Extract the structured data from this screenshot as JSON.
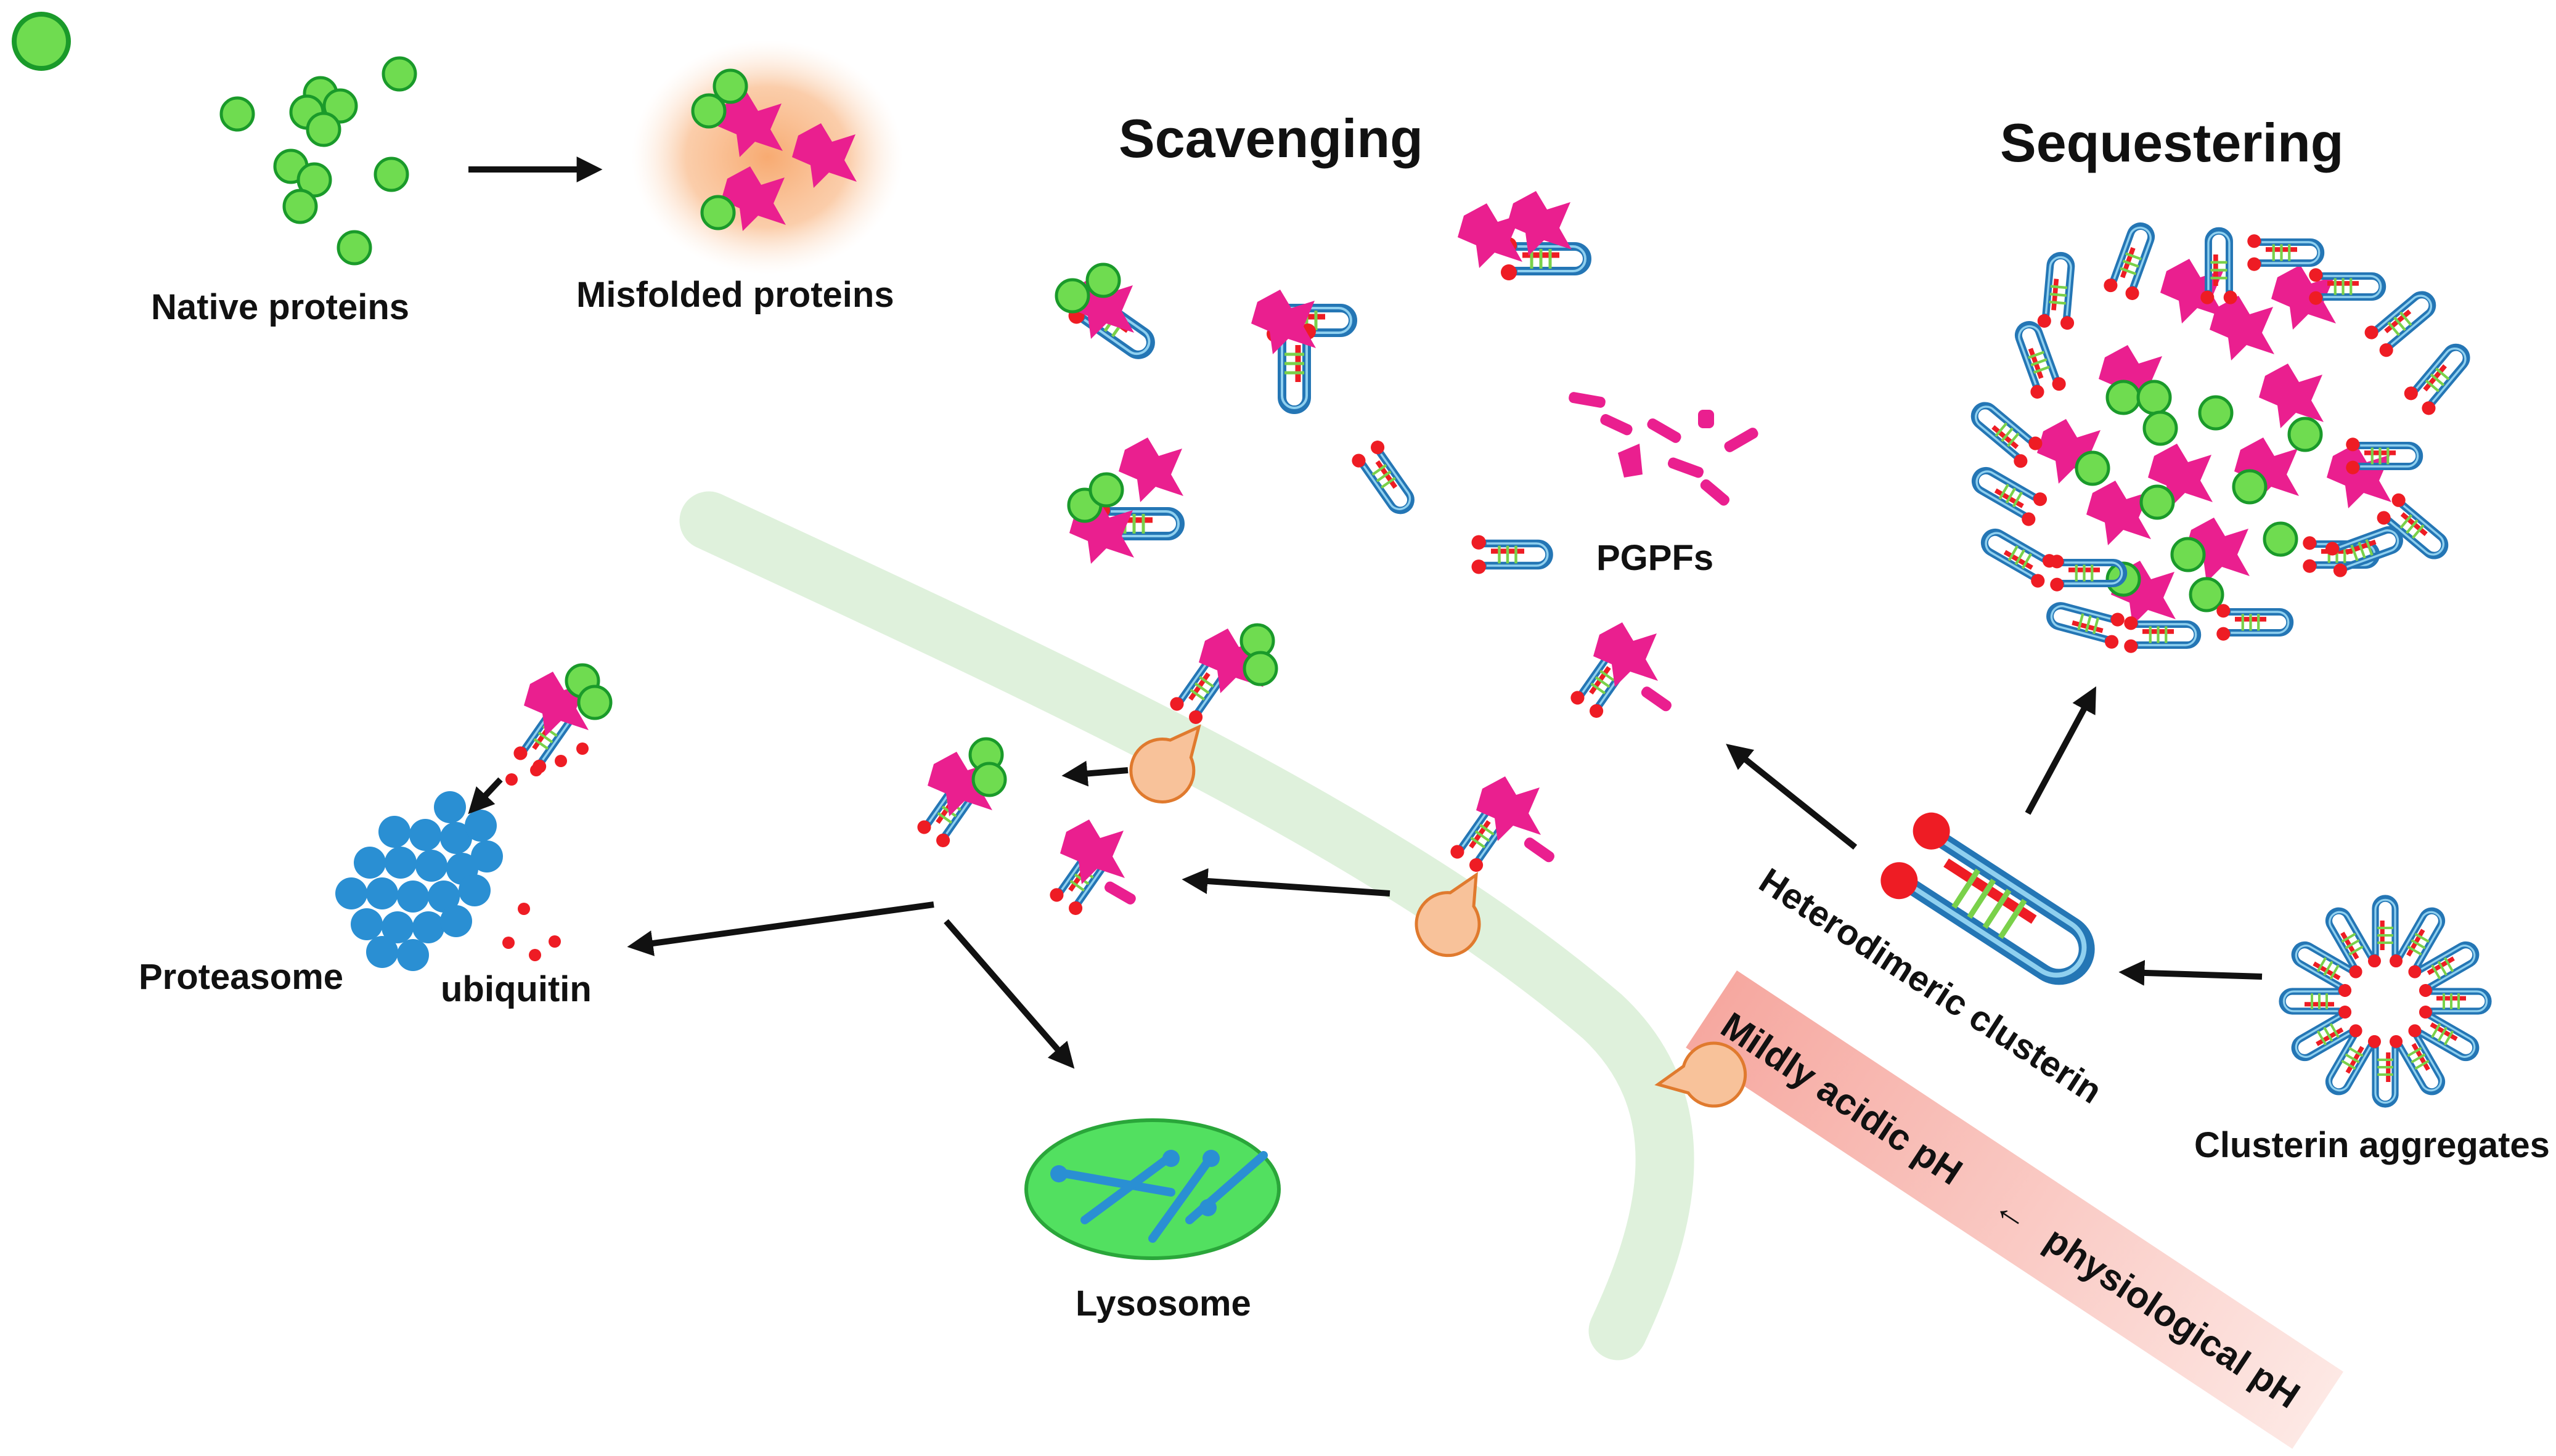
{
  "labels": {
    "native_proteins": "Native proteins",
    "misfolded_proteins": "Misfolded proteins",
    "scavenging": "Scavenging",
    "sequestering": "Sequestering",
    "pgpfs": "PGPFs",
    "proteasome": "Proteasome",
    "ubiquitin": "ubiquitin",
    "lysosome": "Lysosome",
    "heterodimeric_clusterin": "Heterodimeric clusterin",
    "clusterin_aggregates": "Clusterin aggregates",
    "gradient_acidic": "Mildly  acidic  pH",
    "gradient_arrow": "←",
    "gradient_physiological": "physiological  pH"
  },
  "colors": {
    "native_protein": "#6fdc50",
    "native_protein_stroke": "#1a9a2a",
    "misfolded_protein": "#ea1f8f",
    "misfolded_glow": "#f7a66a",
    "clusterin_outer": "#2476b5",
    "clusterin_inner": "#8fd0ef",
    "clusterin_red": "#ee1c24",
    "clusterin_green": "#7ad14a",
    "proteasome": "#2a8fd3",
    "ubiquitin": "#ee1c24",
    "lysosome": "#52e060",
    "lysosome_stroke": "#2aa63a",
    "membrane": "#dff1dc",
    "receptor": "#f8c29a",
    "receptor_stroke": "#e07a2e",
    "gradient_start": "#f6a8a0",
    "gradient_end": "#fde8e4",
    "arrow": "#111111"
  },
  "icons": [
    "native-protein-icon",
    "misfolded-protein-icon",
    "clusterin-icon",
    "receptor-icon",
    "proteasome-icon",
    "ubiquitin-icon",
    "lysosome-icon",
    "arrow-icon"
  ]
}
